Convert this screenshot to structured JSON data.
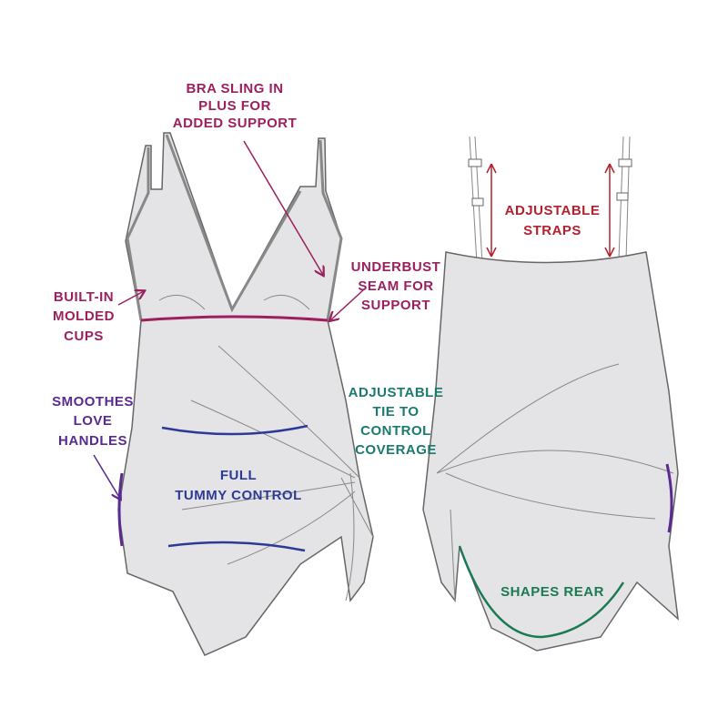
{
  "colors": {
    "magenta": "#9c1f5e",
    "purple": "#5a2a90",
    "teal": "#1b7a6e",
    "blue": "#2b3a96",
    "red": "#b3202e",
    "green": "#1a7a52"
  },
  "front_labels": {
    "bra_sling": [
      "BRA SLING IN",
      "PLUS FOR",
      "ADDED SUPPORT"
    ],
    "built_in": [
      "BUILT-IN",
      "MOLDED",
      "CUPS"
    ],
    "underbust": [
      "UNDERBUST",
      "SEAM FOR",
      "SUPPORT"
    ],
    "smoothes": [
      "SMOOTHES",
      "LOVE",
      "HANDLES"
    ],
    "tummy": [
      "FULL",
      "TUMMY CONTROL"
    ],
    "tie": [
      "ADJUSTABLE",
      "TIE TO",
      "CONTROL",
      "COVERAGE"
    ]
  },
  "back_labels": {
    "straps": [
      "ADJUSTABLE",
      "STRAPS"
    ],
    "rear": [
      "SHAPES REAR"
    ]
  }
}
